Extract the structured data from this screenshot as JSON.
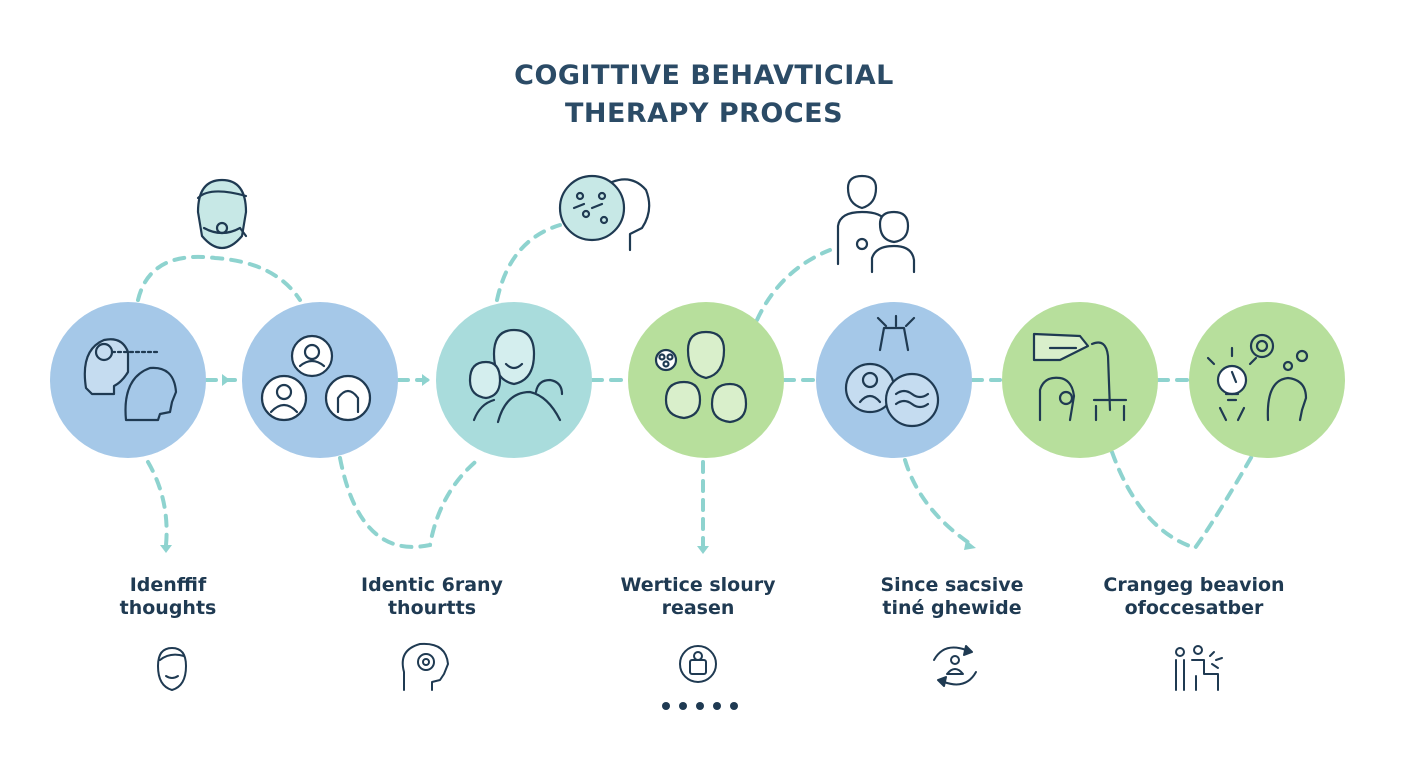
{
  "title": {
    "line1": "COGITTIVE BEHAVTICIAL",
    "line2": "THERAPY PROCES"
  },
  "colors": {
    "text": "#1f3a52",
    "title": "#2b4b66",
    "blue": "#a5c8e8",
    "teal": "#a9dcdc",
    "green": "#b7df9c",
    "dash": "#8ed3cf",
    "icon": "#1f3a52"
  },
  "steps": [
    {
      "label_line1": "Idenffif",
      "label_line2": "thoughts",
      "bottom_icon": "face-icon"
    },
    {
      "label_line1": "Identic 6rany",
      "label_line2": "thourtts",
      "bottom_icon": "head-gear-icon"
    },
    {
      "label_line1": "Wertice sloury",
      "label_line2": "reasen",
      "bottom_icon": "idea-card-icon"
    },
    {
      "label_line1": "Since sacsive",
      "label_line2": "tiné ghewide",
      "bottom_icon": "cycle-person-icon"
    },
    {
      "label_line1": "Crangeg beavion",
      "label_line2": "ofoccesatber",
      "bottom_icon": "support-people-icon"
    }
  ],
  "circles": [
    {
      "color": "blue",
      "icon": "two-heads-thought-icon"
    },
    {
      "color": "blue",
      "icon": "group-discussion-icon"
    },
    {
      "color": "teal",
      "icon": "family-icon"
    },
    {
      "color": "green",
      "icon": "group-of-three-icon"
    },
    {
      "color": "blue",
      "icon": "brain-waves-icon"
    },
    {
      "color": "green",
      "icon": "helping-hand-icon"
    },
    {
      "color": "green",
      "icon": "lightbulb-head-icon"
    }
  ],
  "floating_icons": [
    "head-with-mask-icon",
    "head-with-molecules-icon",
    "parent-child-icon"
  ],
  "pager": {
    "count": 5
  }
}
